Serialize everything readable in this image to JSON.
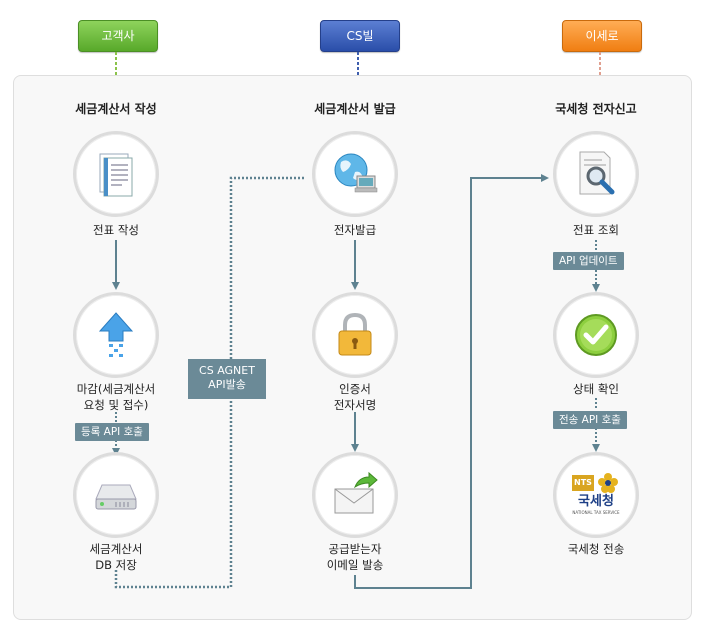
{
  "header": {
    "customer": "고객사",
    "csbill": "CS빌",
    "eseroe": "이세로"
  },
  "colors": {
    "green": "#58a92a",
    "blue": "#2a4ea9",
    "orange": "#f07e12",
    "connector": "#5e8290",
    "tag_bg": "#6b8a97"
  },
  "columns": {
    "left_title": "세금계산서 작성",
    "mid_title": "세금계산서 발급",
    "right_title": "국세청 전자신고"
  },
  "steps": {
    "voucher_write": "전표 작성",
    "close_line1": "마감(세금계산서",
    "close_line2": "요청 및 접수)",
    "db_line1": "세금계산서",
    "db_line2": "DB 저장",
    "e_issue": "전자발급",
    "cert_line1": "인증서",
    "cert_line2": "전자서명",
    "email_line1": "공급받는자",
    "email_line2": "이메일 발송",
    "voucher_lookup": "전표 조회",
    "status_check": "상태 확인",
    "nts_send": "국세청 전송"
  },
  "tags": {
    "register_api": "등록 API 호출",
    "api_update": "API 업데이트",
    "send_api": "전송 API 호출"
  },
  "note": {
    "line1": "CS AGNET",
    "line2": "API발송"
  },
  "logo": {
    "nts": "NTS",
    "name": "국세청",
    "sub": "NATIONAL TAX SERVICE"
  },
  "icons": [
    "document-icon",
    "upload-arrow-icon",
    "hard-drive-icon",
    "globe-computer-icon",
    "padlock-icon",
    "envelope-icon",
    "magnifier-document-icon",
    "checkmark-icon",
    "nts-logo-icon"
  ]
}
